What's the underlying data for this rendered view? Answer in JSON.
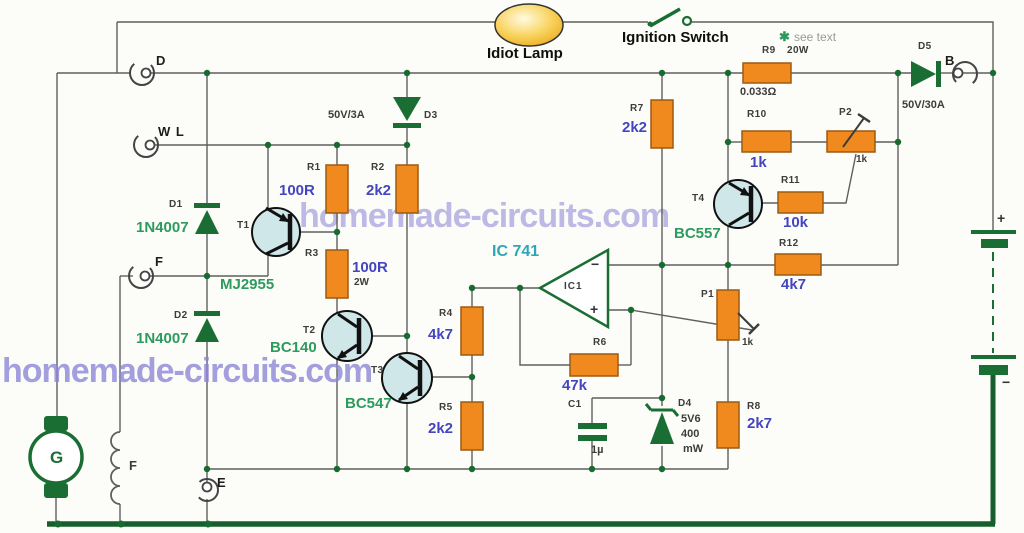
{
  "watermarks": {
    "center": "homemade-circuits.com",
    "left": "homemade-circuits.com"
  },
  "top": {
    "idiot_lamp": "Idiot Lamp",
    "ignition_switch": "Ignition Switch",
    "asterisk": "✱",
    "see_text_note": "see text"
  },
  "terminals": {
    "d": "D",
    "wl": "W L",
    "f": "F",
    "e": "E",
    "b": "B"
  },
  "generator": {
    "label": "G",
    "field_coil": "F"
  },
  "battery": {
    "plus": "+",
    "minus": "−"
  },
  "opamp": {
    "title": "IC 741",
    "ref": "IC1",
    "minus": "−",
    "plus": "+"
  },
  "resistors": {
    "r1": {
      "ref": "R1",
      "value": "100R"
    },
    "r2": {
      "ref": "R2",
      "value": "2k2"
    },
    "r3": {
      "ref": "R3",
      "value": "100R",
      "power": "2W"
    },
    "r4": {
      "ref": "R4",
      "value": "4k7"
    },
    "r5": {
      "ref": "R5",
      "value": "2k2"
    },
    "r6": {
      "ref": "R6",
      "value": "47k"
    },
    "r7": {
      "ref": "R7",
      "value": "2k2"
    },
    "r8": {
      "ref": "R8",
      "value": "2k7"
    },
    "r9": {
      "ref": "R9",
      "power": "20W",
      "value": "0.033Ω"
    },
    "r10": {
      "ref": "R10",
      "value": "1k"
    },
    "r11": {
      "ref": "R11",
      "value": "10k"
    },
    "r12": {
      "ref": "R12",
      "value": "4k7"
    }
  },
  "pots": {
    "p1": {
      "ref": "P1",
      "value": "1k"
    },
    "p2": {
      "ref": "P2",
      "value": "1k"
    }
  },
  "diodes": {
    "d1": {
      "ref": "D1",
      "value": "1N4007"
    },
    "d2": {
      "ref": "D2",
      "value": "1N4007"
    },
    "d3": {
      "ref": "D3",
      "value": "50V/3A"
    },
    "d4": {
      "ref": "D4",
      "value": "5V6",
      "line2": "400",
      "line3": "mW"
    },
    "d5": {
      "ref": "D5",
      "value": "50V/30A"
    }
  },
  "transistors": {
    "t1": {
      "ref": "T1",
      "part": "MJ2955"
    },
    "t2": {
      "ref": "T2",
      "part": "BC140"
    },
    "t3": {
      "ref": "T3",
      "part": "BC547"
    },
    "t4": {
      "ref": "T4",
      "part": "BC557"
    }
  },
  "capacitors": {
    "c1": {
      "ref": "C1",
      "value": "1µ"
    }
  },
  "colors": {
    "wire": "#5f5f5f",
    "component_green": "#1b6e33",
    "resistor_orange": "#f08a1e",
    "transistor_fill": "#cfe7e9",
    "value_blue": "#4545c0",
    "part_green": "#2d9a5e",
    "ic_teal": "#2ba8b8",
    "watermark_purple": "#8b84d6",
    "lamp_yellow": "#f7c948"
  }
}
